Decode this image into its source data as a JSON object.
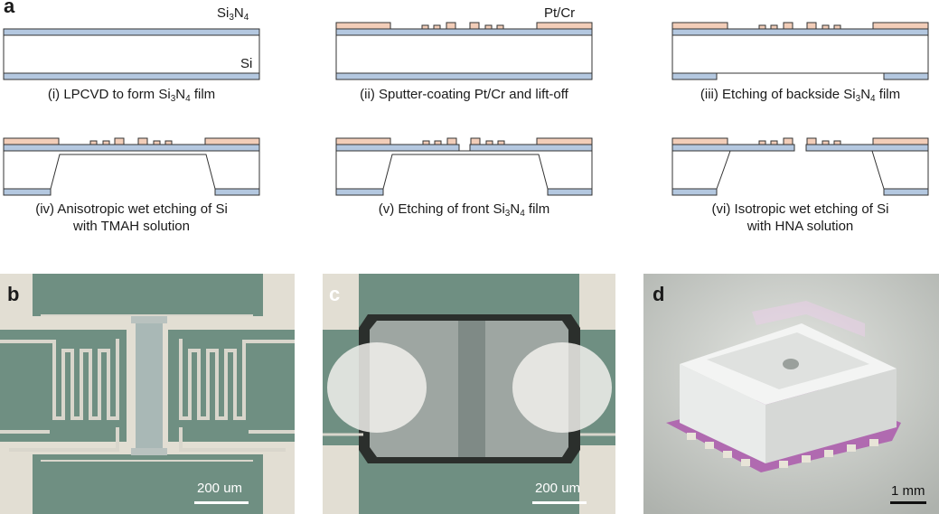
{
  "panel_labels": {
    "a": "a",
    "b": "b",
    "c": "c",
    "d": "d"
  },
  "process": {
    "si3n4_label": {
      "pre": "Si",
      "n1": "3",
      "mid": "N",
      "n2": "4"
    },
    "si_label": "Si",
    "ptcr_label": "Pt/Cr",
    "steps": [
      {
        "pre": "(i) LPCVD to form Si",
        "n1": "3",
        "mid": "N",
        "n2": "4",
        "post": " film"
      },
      {
        "text": "(ii) Sputter-coating Pt/Cr and lift-off"
      },
      {
        "pre": "(iii) Etching of backside Si",
        "n1": "3",
        "mid": "N",
        "n2": "4",
        "post": " film"
      },
      {
        "line1": "(iv) Anisotropic wet etching of Si",
        "line2": "with TMAH solution"
      },
      {
        "pre": "(v) Etching of front Si",
        "n1": "3",
        "mid": "N",
        "n2": "4",
        "post": " film"
      },
      {
        "line1": "(vi) Isotropic wet etching of Si",
        "line2": "with HNA solution"
      }
    ]
  },
  "photos": {
    "b_scale": "200 um",
    "c_scale": "200 um",
    "d_scale": "1 mm"
  },
  "colors": {
    "nitride": "#b4c8e0",
    "metal": "#f2cdb8",
    "chip_green": "#6f8f82",
    "trace": "#d9d6cc",
    "pink_substrate": "#c88ac8"
  }
}
